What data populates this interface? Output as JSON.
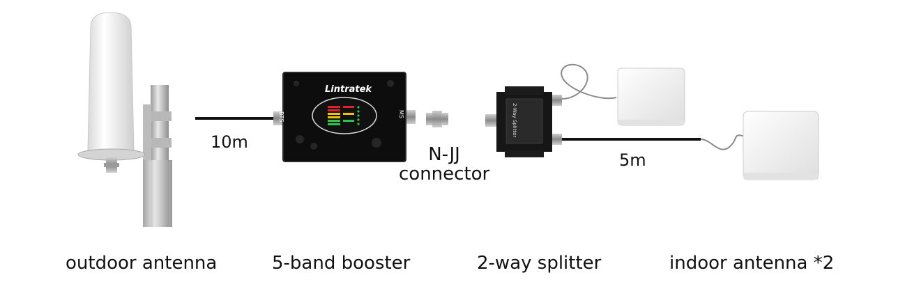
{
  "components": {
    "outdoor_antenna": "outdoor antenna",
    "booster": "5-band booster",
    "splitter": "2-way splitter",
    "indoor_antenna": "indoor antenna *2"
  },
  "cables": {
    "outdoor_to_booster": "10m",
    "splitter_to_indoor": "5m"
  },
  "connector": {
    "line1": "N-JJ",
    "line2": "connector"
  },
  "booster_panel": {
    "brand": "Lintratek",
    "port_left": "BTS",
    "port_right": "MS"
  },
  "splitter_body": {
    "label": "2-Way Splitter"
  },
  "colors": {
    "cable": "#111111",
    "booster_body": "#0d0d0d",
    "antenna_white": "#f2f2f2",
    "led_red": "#e0202a",
    "led_yellow": "#f2c200",
    "led_green": "#2cc44a"
  }
}
